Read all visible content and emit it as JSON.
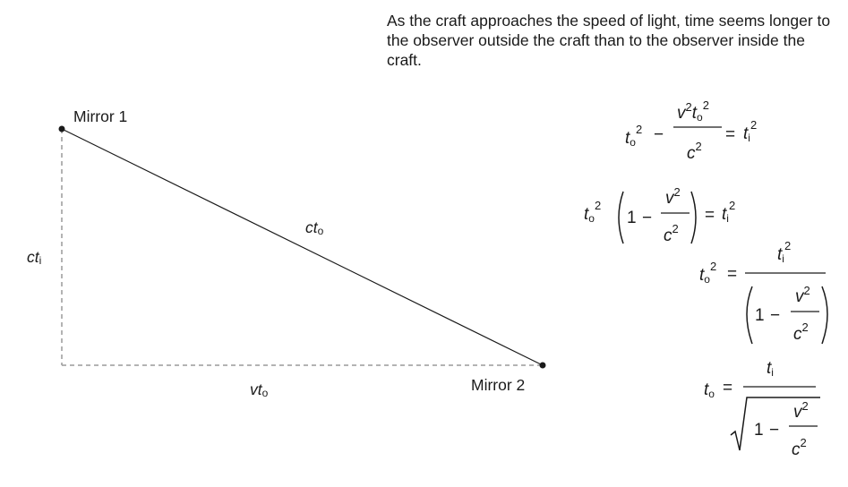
{
  "caption": "As the craft approaches the speed of light, time seems longer to the observer outside the craft than to the observer inside the craft.",
  "diagram": {
    "mirror1_label": "Mirror 1",
    "mirror2_label": "Mirror 2",
    "hypotenuse_label": {
      "main": "ct",
      "sub": "o"
    },
    "vertical_label": {
      "main": "ct",
      "sub": "i"
    },
    "horizontal_label": {
      "main": "vt",
      "sub": "o"
    }
  },
  "equations": {
    "symbols": {
      "t": "t",
      "v": "v",
      "c": "c",
      "one": "1",
      "sub_o": "o",
      "sub_i": "i",
      "sup_2": "2",
      "minus": "−",
      "equals": "="
    }
  },
  "colors": {
    "text": "#1a1a1a",
    "solid_line": "#1a1a1a",
    "dashed_line": "#9a9a9a"
  }
}
